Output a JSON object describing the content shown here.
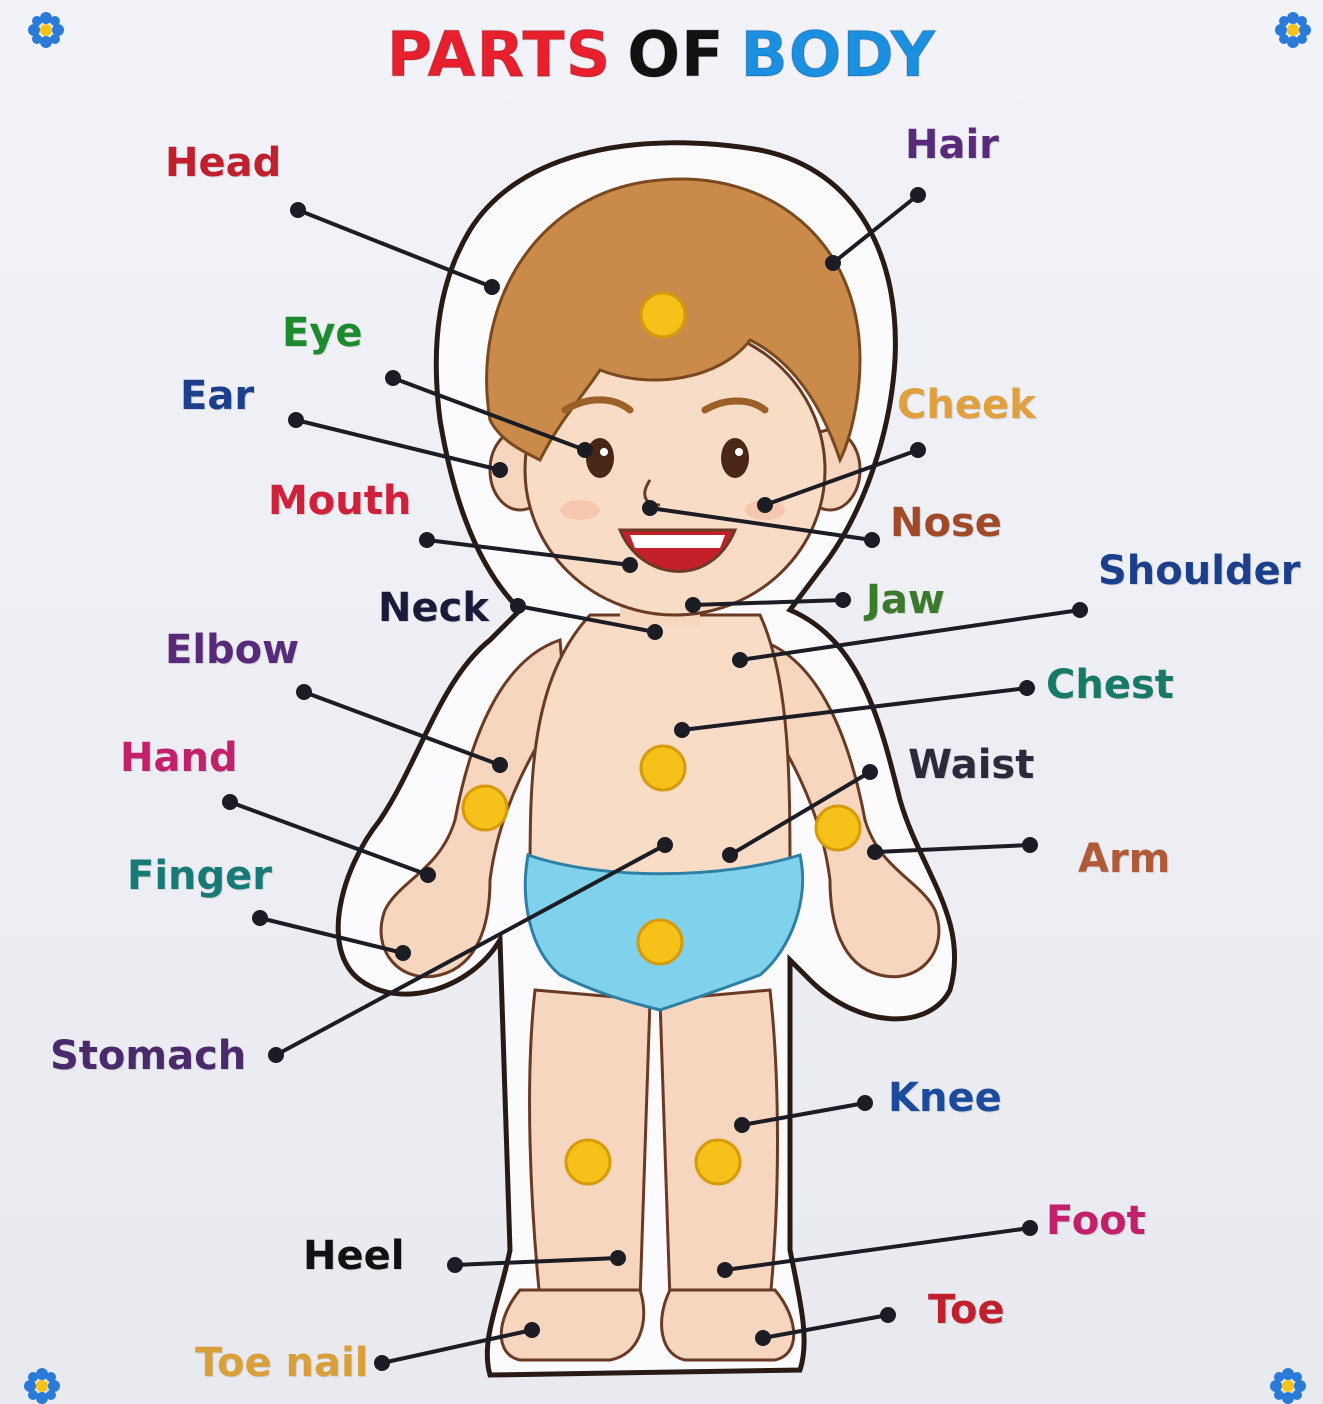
{
  "title": {
    "part1": "PARTS",
    "part2": "OF",
    "part3": "BODY"
  },
  "colors": {
    "title_red": "#e8202e",
    "title_black": "#111111",
    "title_blue": "#1b8fe0",
    "skin": "#f6d6bf",
    "hair": "#c98a4a",
    "briefs": "#7fd1ec",
    "knob": "#f6c21a",
    "pointer": "#1c1c24"
  },
  "labels": {
    "head": "Head",
    "eye": "Eye",
    "ear": "Ear",
    "mouth": "Mouth",
    "neck": "Neck",
    "elbow": "Elbow",
    "hand": "Hand",
    "finger": "Finger",
    "stomach": "Stomach",
    "heel": "Heel",
    "toe_nail": "Toe nail",
    "hair": "Hair",
    "cheek": "Cheek",
    "nose": "Nose",
    "shoulder": "Shoulder",
    "jaw": "Jaw",
    "chest": "Chest",
    "waist": "Waist",
    "arm": "Arm",
    "knee": "Knee",
    "foot": "Foot",
    "toe": "Toe"
  },
  "label_colors": {
    "head": "#c0202e",
    "eye": "#1e8a2e",
    "ear": "#1c3f8c",
    "mouth": "#d0203a",
    "neck": "#1a1a3a",
    "elbow": "#5a2a7a",
    "hand": "#c2206a",
    "finger": "#177a76",
    "stomach": "#4a2a6a",
    "heel": "#111111",
    "toe_nail": "#d9a03a",
    "hair": "#5a2a7a",
    "cheek": "#e0a040",
    "nose": "#a04a2a",
    "shoulder": "#1c3f8c",
    "jaw": "#3a7a2a",
    "chest": "#177a66",
    "waist": "#2a2a3a",
    "arm": "#b05a3a",
    "knee": "#1c4a9c",
    "foot": "#c2206a",
    "toe": "#c0202e"
  },
  "icons": {
    "corner": "flower-icon"
  }
}
